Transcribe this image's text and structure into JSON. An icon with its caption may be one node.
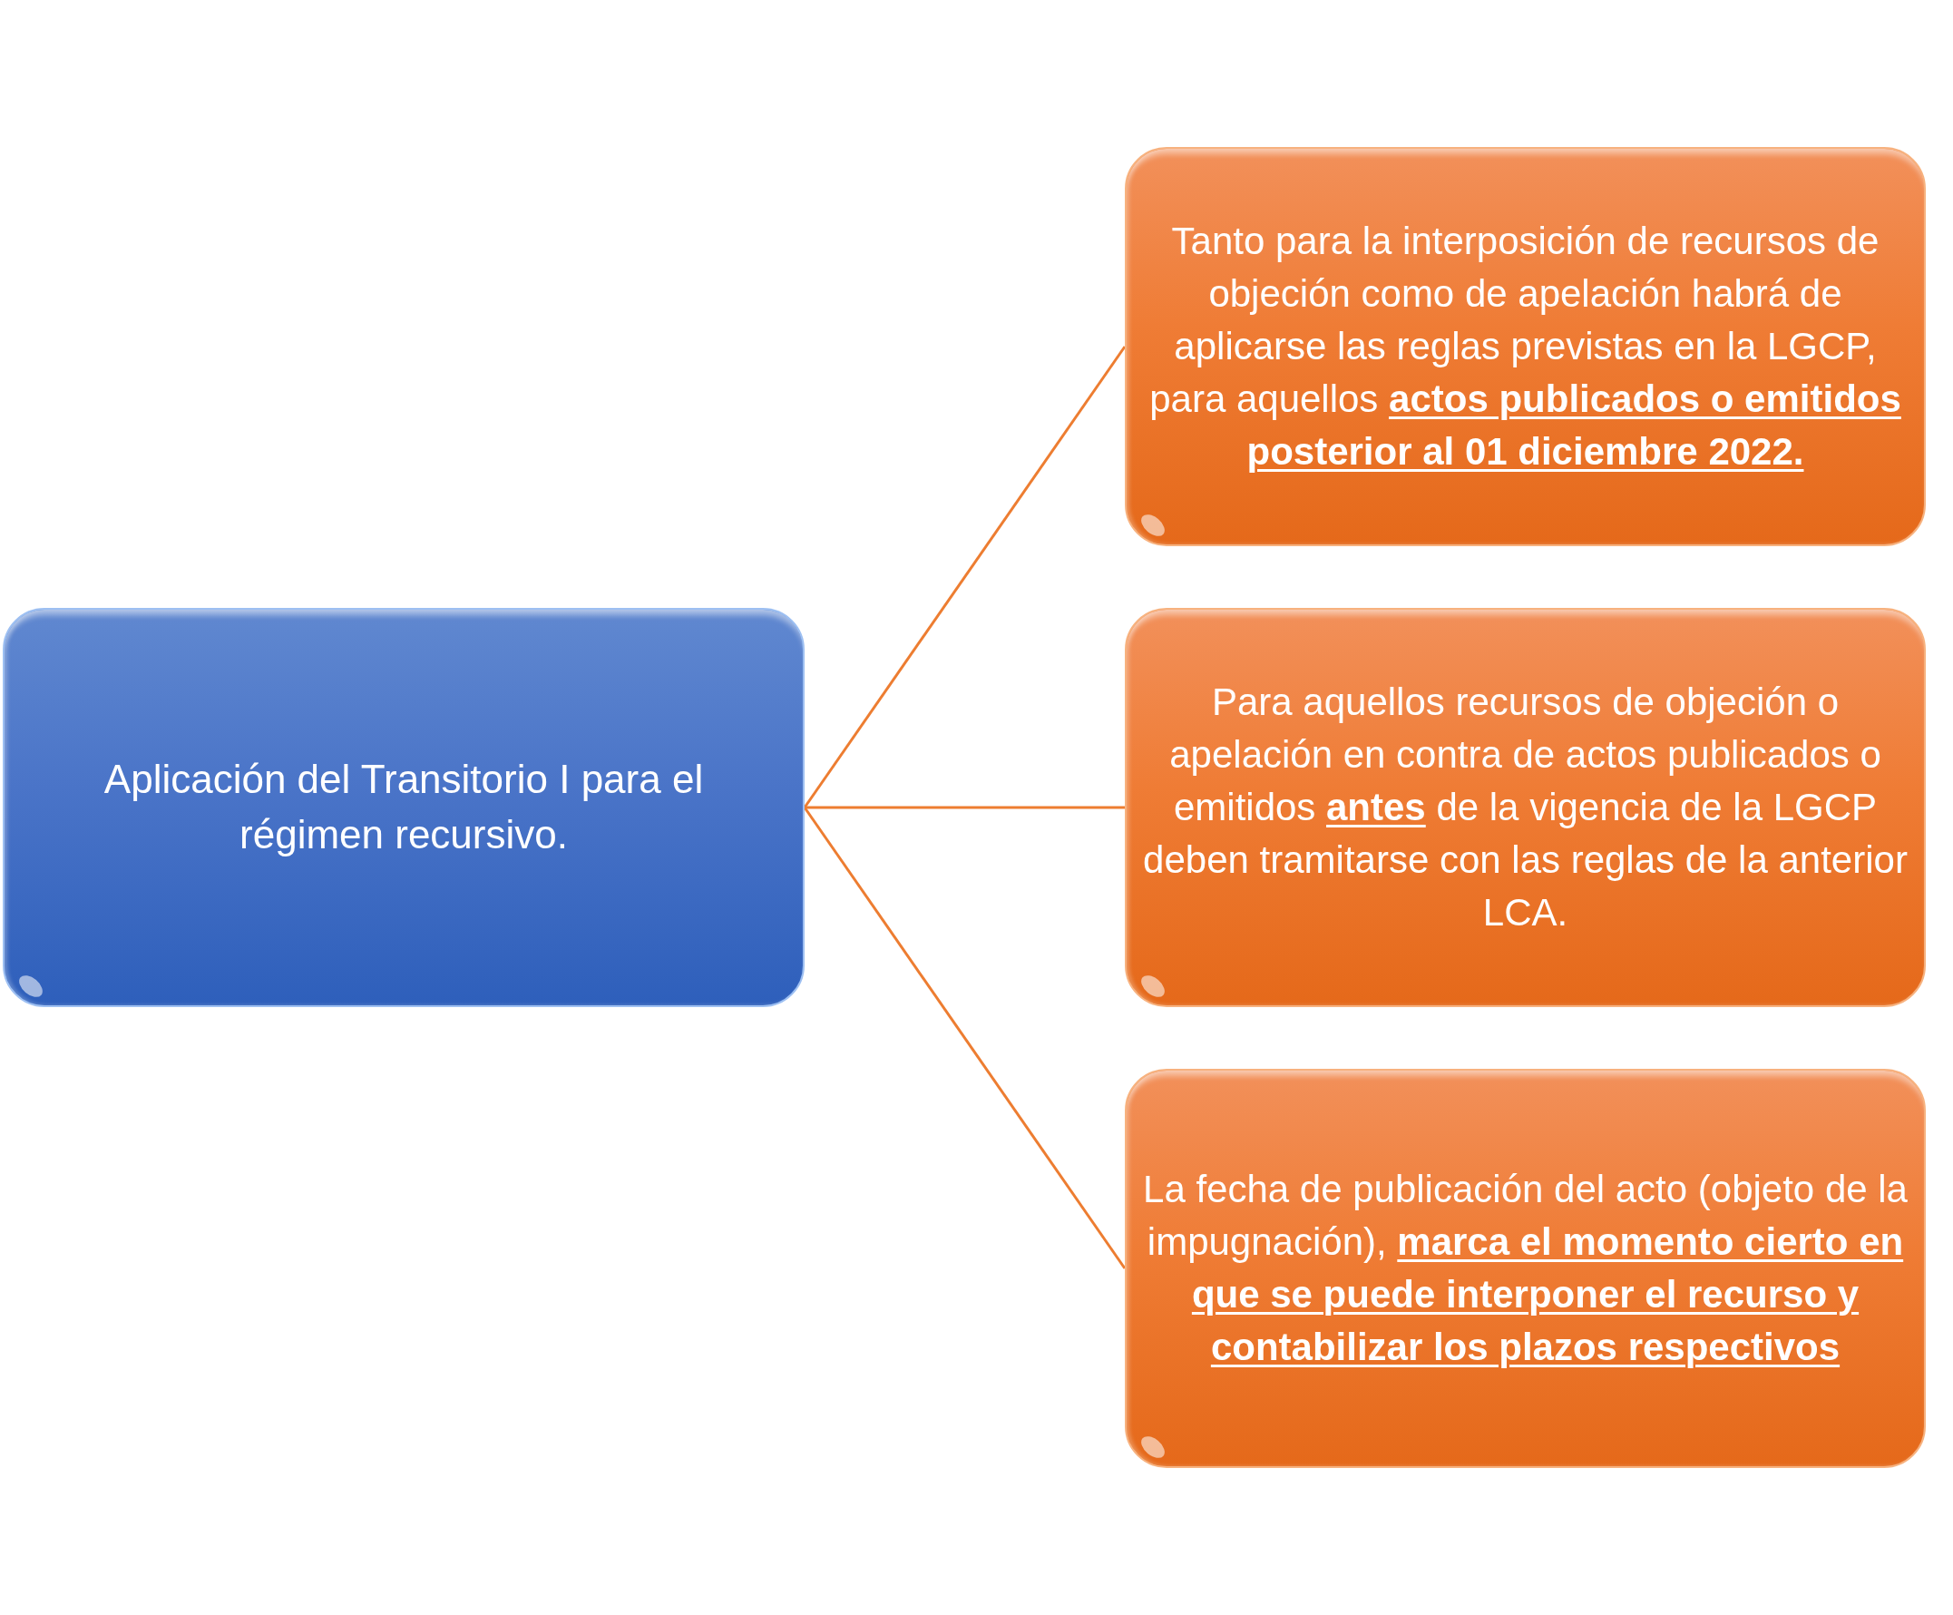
{
  "diagram": {
    "nodes": [
      {
        "text": [
          "Aplicación del Transitorio I para el régimen recursivo."
        ]
      },
      {
        "text": [
          "Tanto para la interposición de recursos de objeción como de apelación habrá de aplicarse las reglas previstas en la LGCP, para aquellos **actos publicados o emitidos posterior al 01 diciembre 2022.**"
        ]
      },
      {
        "text": [
          "Para aquellos recursos de objeción o apelación en contra de actos publicados o emitidos **antes** de la vigencia de la LGCP deben tramitarse con las reglas de la anterior LCA."
        ]
      },
      {
        "text": [
          "La fecha de publicación del acto (objeto de la impugnación), **marca el momento cierto en que se puede interponer el recurso y contabilizar los plazos respectivos**"
        ]
      }
    ],
    "edges": [
      {
        "from": 0,
        "to": 1,
        "arrow": "none"
      },
      {
        "from": 0,
        "to": 2,
        "arrow": "none"
      },
      {
        "from": 0,
        "to": 3,
        "arrow": "none"
      }
    ]
  }
}
